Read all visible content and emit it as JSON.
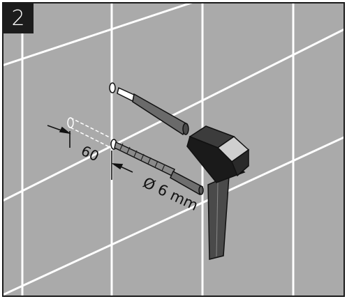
{
  "step": {
    "number": "2"
  },
  "illustration": {
    "depth_label": "60",
    "diameter_label": "Ø 6 mm",
    "colors": {
      "tile_background": "#aaaaaa",
      "grout": "#ffffff",
      "outline": "#1a1a1a",
      "badge": "#1c1c1c",
      "hammer_head": "#1a1a1a",
      "handle": "#4a4a4a"
    }
  }
}
